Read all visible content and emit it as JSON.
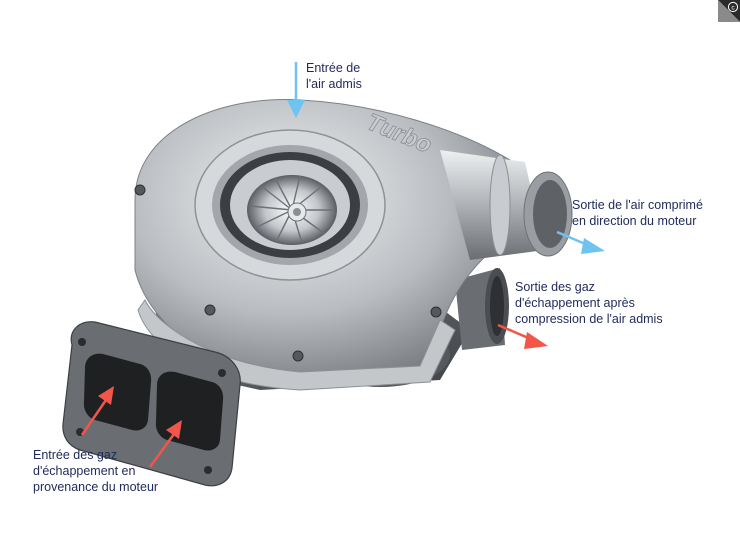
{
  "diagram": {
    "subject": "Turbocompresseur",
    "embossed_text": "Turbo",
    "colors": {
      "label_text": "#1f2a5a",
      "air_arrow": "#6ec3f0",
      "exhaust_arrow": "#f0564a",
      "metal_light": "#d9dcdf",
      "metal_mid": "#a7abb0",
      "metal_dark": "#5d6166",
      "cast_iron": "#4b4e52"
    },
    "labels": [
      {
        "id": "air-inlet",
        "lines": [
          "Entrée de",
          "l'air admis"
        ],
        "arrow": "air"
      },
      {
        "id": "compressed-air-outlet",
        "lines": [
          "Sortie de l'air comprimé",
          "en direction du moteur"
        ],
        "arrow": "air"
      },
      {
        "id": "exhaust-outlet",
        "lines": [
          "Sortie des gaz",
          "d'échappement après",
          "compression de l'air admis"
        ],
        "arrow": "exhaust"
      },
      {
        "id": "exhaust-inlet",
        "lines": [
          "Entrée des gaz",
          "d'échappement en",
          "provenance du moteur"
        ],
        "arrow": "exhaust"
      }
    ]
  },
  "badge": {
    "icon": "copyright-icon",
    "glyph": "©"
  }
}
